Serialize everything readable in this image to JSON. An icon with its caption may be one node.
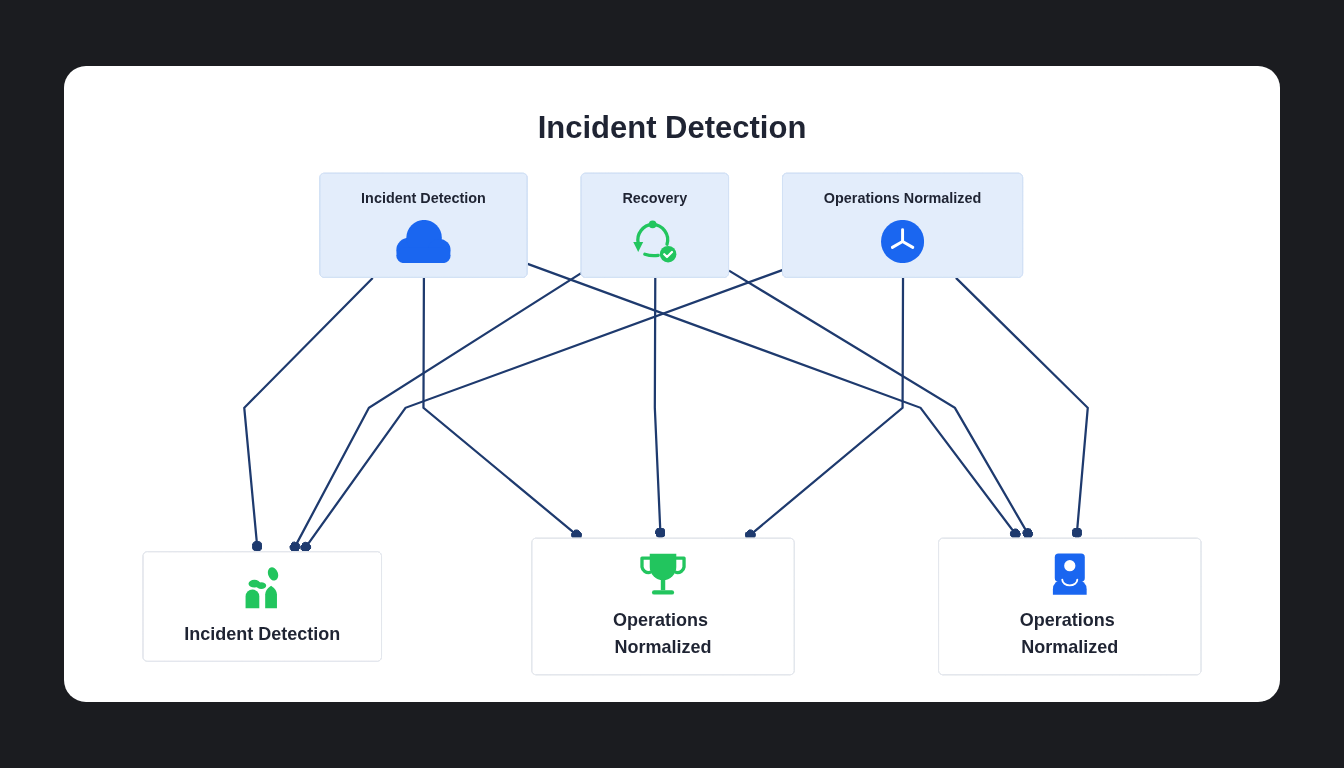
{
  "diagram": {
    "title": "Incident Detection",
    "nodes": [
      {
        "text": [
          "Incident Detection"
        ]
      },
      {
        "text": [
          "Recovery"
        ]
      },
      {
        "text": [
          "Operations Normalized"
        ]
      },
      {
        "text": [
          "Incident Detection"
        ]
      },
      {
        "text": [
          "Operations Normalized"
        ]
      },
      {
        "text": [
          "Operations Normalized"
        ]
      }
    ],
    "edges": [
      {
        "from": 0,
        "to": 3,
        "arrow": "other"
      },
      {
        "from": 0,
        "to": 4,
        "arrow": "other"
      },
      {
        "from": 0,
        "to": 5,
        "arrow": "other"
      },
      {
        "from": 1,
        "to": 3,
        "arrow": "other"
      },
      {
        "from": 1,
        "to": 4,
        "arrow": "other"
      },
      {
        "from": 1,
        "to": 5,
        "arrow": "other"
      },
      {
        "from": 2,
        "to": 3,
        "arrow": "other"
      },
      {
        "from": 2,
        "to": 4,
        "arrow": "other"
      },
      {
        "from": 2,
        "to": 5,
        "arrow": "other"
      }
    ]
  }
}
